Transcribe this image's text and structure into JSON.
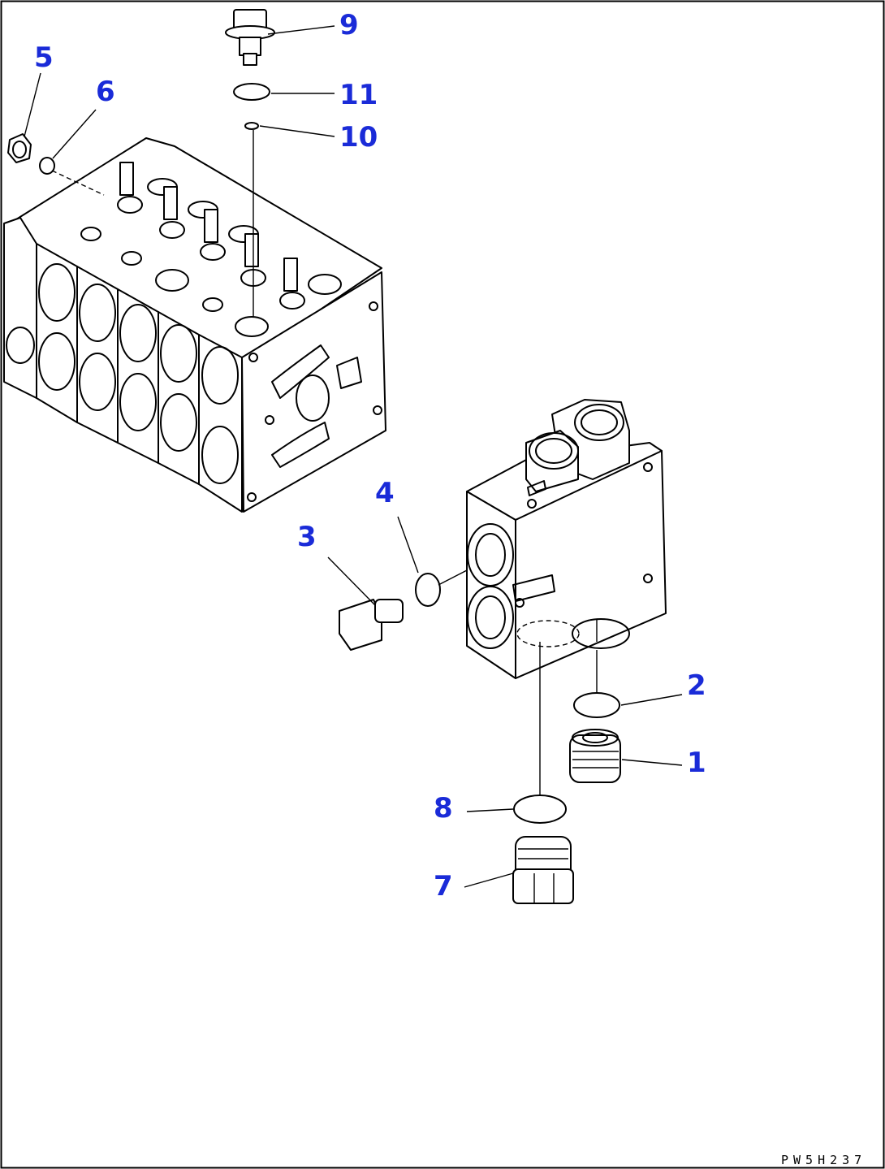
{
  "drawing_code": "PW5H237",
  "callouts": [
    {
      "id": "c1",
      "label": "1"
    },
    {
      "id": "c2",
      "label": "2"
    },
    {
      "id": "c3",
      "label": "3"
    },
    {
      "id": "c4",
      "label": "4"
    },
    {
      "id": "c5",
      "label": "5"
    },
    {
      "id": "c6",
      "label": "6"
    },
    {
      "id": "c7",
      "label": "7"
    },
    {
      "id": "c8",
      "label": "8"
    },
    {
      "id": "c9",
      "label": "9"
    },
    {
      "id": "c10",
      "label": "10"
    },
    {
      "id": "c11",
      "label": "11"
    }
  ]
}
